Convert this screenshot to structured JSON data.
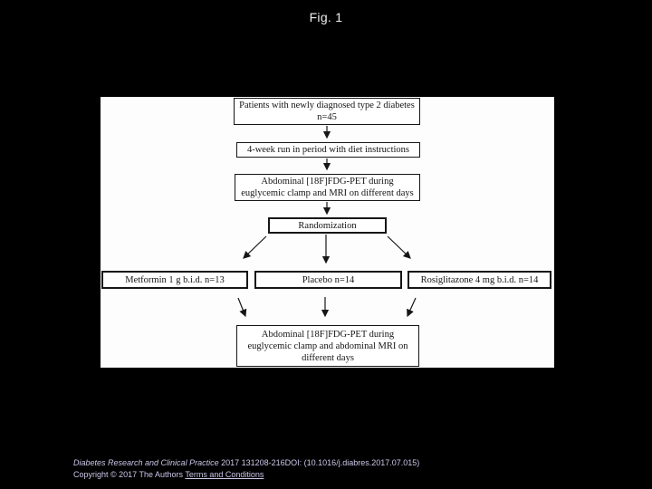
{
  "slide": {
    "title": "Fig. 1"
  },
  "flowchart": {
    "patients": {
      "l1": "Patients with newly diagnosed type 2 diabetes",
      "l2": "n=45"
    },
    "runin": "4-week run in period with diet instructions",
    "pet1": {
      "l1": "Abdominal [18F]FDG-PET during",
      "l2": "euglycemic clamp and MRI on different days"
    },
    "randomization": "Randomization",
    "arm_metformin": "Metformin 1 g b.i.d. n=13",
    "arm_placebo": "Placebo n=14",
    "arm_rosiglitazone": "Rosiglitazone 4 mg b.i.d. n=14",
    "pet2": {
      "l1": "Abdominal [18F]FDG-PET during",
      "l2": "euglycemic clamp and abdominal MRI on",
      "l3": "different days"
    }
  },
  "footer": {
    "journal": "Diabetes Research and Clinical Practice",
    "citation_mid": " 2017 131208-216",
    "doi": "DOI: (10.1016/j.diabres.2017.07.015)",
    "copyright": "Copyright © 2017 The Authors ",
    "terms_link": "Terms and Conditions"
  },
  "colors": {
    "background": "#000000",
    "figure_bg": "#fdfdfd",
    "box_border": "#161616",
    "footer_text": "#cac7e8",
    "title_text": "#efefef"
  }
}
